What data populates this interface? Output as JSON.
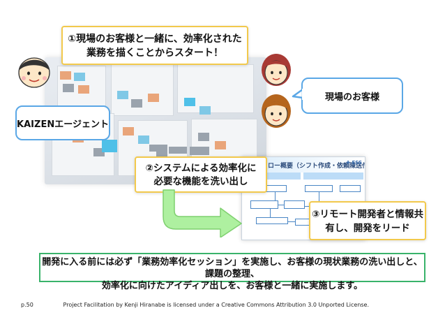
{
  "callouts": {
    "step1": [
      "①現場のお客様と一緒に、効率化された",
      "業務を描くことからスタート！"
    ],
    "step2": [
      "②システムによる効率化に",
      "必要な機能を洗い出し"
    ],
    "step3": [
      "③リモート開発者と情報共",
      "有し、開発をリード"
    ]
  },
  "bubbles": {
    "agent": "KAIZENエージェント",
    "customer": "現場のお客様"
  },
  "doc": {
    "title": "フロー概要（シフト作成・依頼陳送付）",
    "tag": "✚ ESS"
  },
  "summary": [
    "開発に入る前には必ず「業務効率化セッション」を実施し、お客様の現状業務の洗い出しと、課題の整理、",
    "効率化に向けたアイディア出しを、お客様と一緒に実施します。"
  ],
  "footer": {
    "page": "p.50",
    "license": "Project Facilitation by Kenji Hiranabe is licensed under a Creative Commons Attribution 3.0 Unported License."
  },
  "colors": {
    "callout_border": "#f2c94c",
    "bubble_border": "#5aa7e6",
    "summary_border": "#39b36a",
    "arrow": "#9be58f"
  }
}
